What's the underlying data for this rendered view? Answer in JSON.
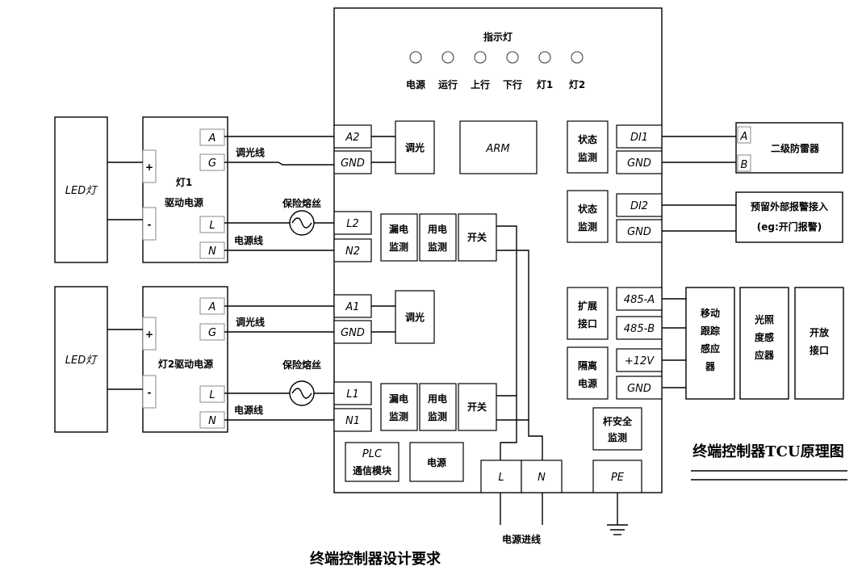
{
  "indicator": {
    "title": "指示灯",
    "leds": [
      "电源",
      "运行",
      "上行",
      "下行",
      "灯1",
      "灯2"
    ]
  },
  "controller": {
    "arm": "ARM",
    "dim": "调光",
    "leak": "漏电监测",
    "use": "用电监测",
    "switch": "开关",
    "status": "状态监测",
    "expand": "扩展接口",
    "isolated": "隔离电源",
    "pole_safety": "杆安全监测",
    "plc": "PLC",
    "plc_sub": "通信模块",
    "power": "电源"
  },
  "terminals": {
    "A2": "A2",
    "GND": "GND",
    "L2": "L2",
    "N2": "N2",
    "A1": "A1",
    "L1": "L1",
    "N1": "N1",
    "DI1": "DI1",
    "DI2": "DI2",
    "r485a": "485-A",
    "r485b": "485-B",
    "p12v": "+12V",
    "L": "L",
    "N": "N",
    "PE": "PE"
  },
  "driver1": {
    "name": "灯1",
    "sub": "驱动电源",
    "pins": [
      "A",
      "G",
      "L",
      "N"
    ],
    "plus": "+",
    "minus": "-"
  },
  "driver2": {
    "name": "灯2驱动电源",
    "pins": [
      "A",
      "G",
      "L",
      "N"
    ],
    "plus": "+",
    "minus": "-"
  },
  "led_lamp": "LED灯",
  "wires": {
    "dim_line": "调光线",
    "power_line": "电源线",
    "fuse": "保险熔丝",
    "power_in": "电源进线"
  },
  "external": {
    "surge": "二级防雷器",
    "surge_a": "A",
    "surge_b": "B",
    "alarm": "预留外部报警接入",
    "alarm_sub": "(eg:开门报警)",
    "motion": [
      "移动",
      "跟踪",
      "感应",
      "器"
    ],
    "light": [
      "光照",
      "度感",
      "应器"
    ],
    "open_port": [
      "开放",
      "接口"
    ]
  },
  "captions": {
    "principle": "终端控制器TCU原理图",
    "design": "终端控制器设计要求"
  }
}
